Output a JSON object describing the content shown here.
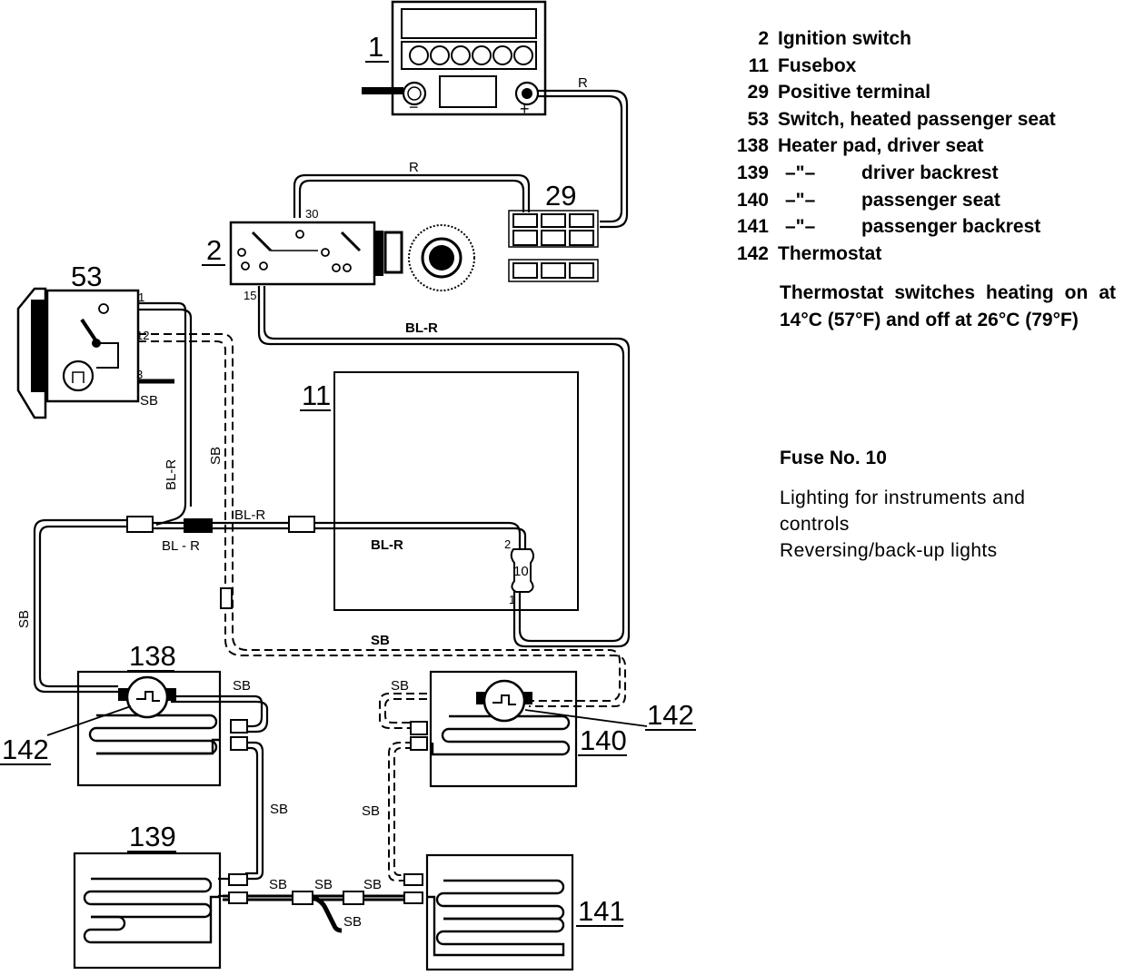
{
  "components": {
    "battery": "1",
    "ignition_switch": "2",
    "fusebox": "11",
    "positive_terminal": "29",
    "switch_seat": "53",
    "heater_138": "138",
    "heater_139": "139",
    "heater_140": "140",
    "heater_141": "141",
    "thermostat_left": "142",
    "thermostat_right": "142",
    "fuse": "10"
  },
  "battery_signs": {
    "minus": "−",
    "plus": "+"
  },
  "terminals": {
    "ign_30": "30",
    "ign_15": "15",
    "sw_1": "1",
    "sw_12": "12",
    "sw_3": "3",
    "fuse_2": "2",
    "fuse_1": "1"
  },
  "wires": {
    "r_top": "R",
    "r_mid": "R",
    "blr_main": "BL-R",
    "blr_fusebox": "BL-R",
    "blr_vertical": "BL-R",
    "blr_left": "BL - R",
    "blr_junction": "BL-R",
    "sb_vertical": "SB",
    "sb_switch": "SB",
    "sb_left": "SB",
    "sb_dashed": "SB",
    "sb_138": "SB",
    "sb_140": "SB",
    "sb_right_vert": "SB",
    "sb_left_vert": "SB",
    "sb_b1": "SB",
    "sb_b2": "SB",
    "sb_b3": "SB",
    "sb_ground": "SB"
  },
  "legend": [
    {
      "num": "2",
      "label": "Ignition switch"
    },
    {
      "num": "11",
      "label": "Fusebox"
    },
    {
      "num": "29",
      "label": "Positive terminal"
    },
    {
      "num": "53",
      "label": "Switch, heated passenger seat"
    },
    {
      "num": "138",
      "label": "Heater pad, driver seat"
    },
    {
      "num": "139",
      "ditto": "–\"–",
      "label": "driver backrest"
    },
    {
      "num": "140",
      "ditto": "–\"–",
      "label": "passenger seat"
    },
    {
      "num": "141",
      "ditto": "–\"–",
      "label": "passenger backrest"
    },
    {
      "num": "142",
      "label": "Thermostat"
    }
  ],
  "note": "Thermostat switches heating on at 14°C (57°F) and off at 26°C (79°F)",
  "fuse_info": {
    "title": "Fuse No. 10",
    "lines": [
      "Lighting for instruments and",
      "controls",
      "Reversing/back-up lights"
    ]
  }
}
